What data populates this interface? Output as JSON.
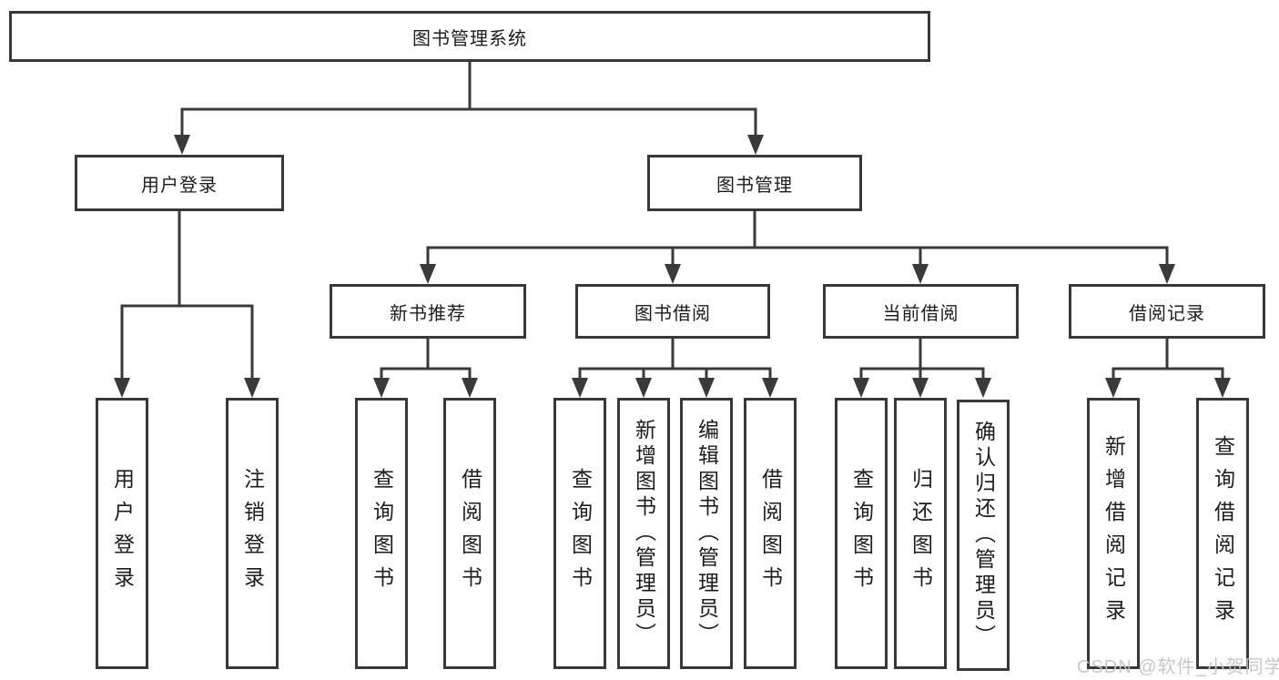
{
  "diagram": {
    "tree": {
      "root": {
        "label": "图书管理系统"
      },
      "branches": [
        {
          "label": "用户登录",
          "children": [
            {
              "label": "用户登录"
            },
            {
              "label": "注销登录"
            }
          ]
        },
        {
          "label": "图书管理",
          "children": [
            {
              "label": "新书推荐",
              "children": [
                {
                  "label": "查询图书"
                },
                {
                  "label": "借阅图书"
                }
              ]
            },
            {
              "label": "图书借阅",
              "children": [
                {
                  "label": "查询图书"
                },
                {
                  "label": "新增图书（管理员）"
                },
                {
                  "label": "编辑图书（管理员）"
                },
                {
                  "label": "借阅图书"
                }
              ]
            },
            {
              "label": "当前借阅",
              "children": [
                {
                  "label": "查询图书"
                },
                {
                  "label": "归还图书"
                },
                {
                  "label": "确认归还（管理员）"
                }
              ]
            },
            {
              "label": "借阅记录",
              "children": [
                {
                  "label": "新增借阅记录"
                },
                {
                  "label": "查询借阅记录"
                }
              ]
            }
          ]
        }
      ]
    }
  },
  "watermark": {
    "text": "CSDN @软件_小贺同学"
  },
  "colors": {
    "line": "#3a3a3a",
    "box_border": "#383838",
    "text": "#1d1d1d",
    "watermark": "#c4c4ca",
    "background": "#ffffff"
  }
}
